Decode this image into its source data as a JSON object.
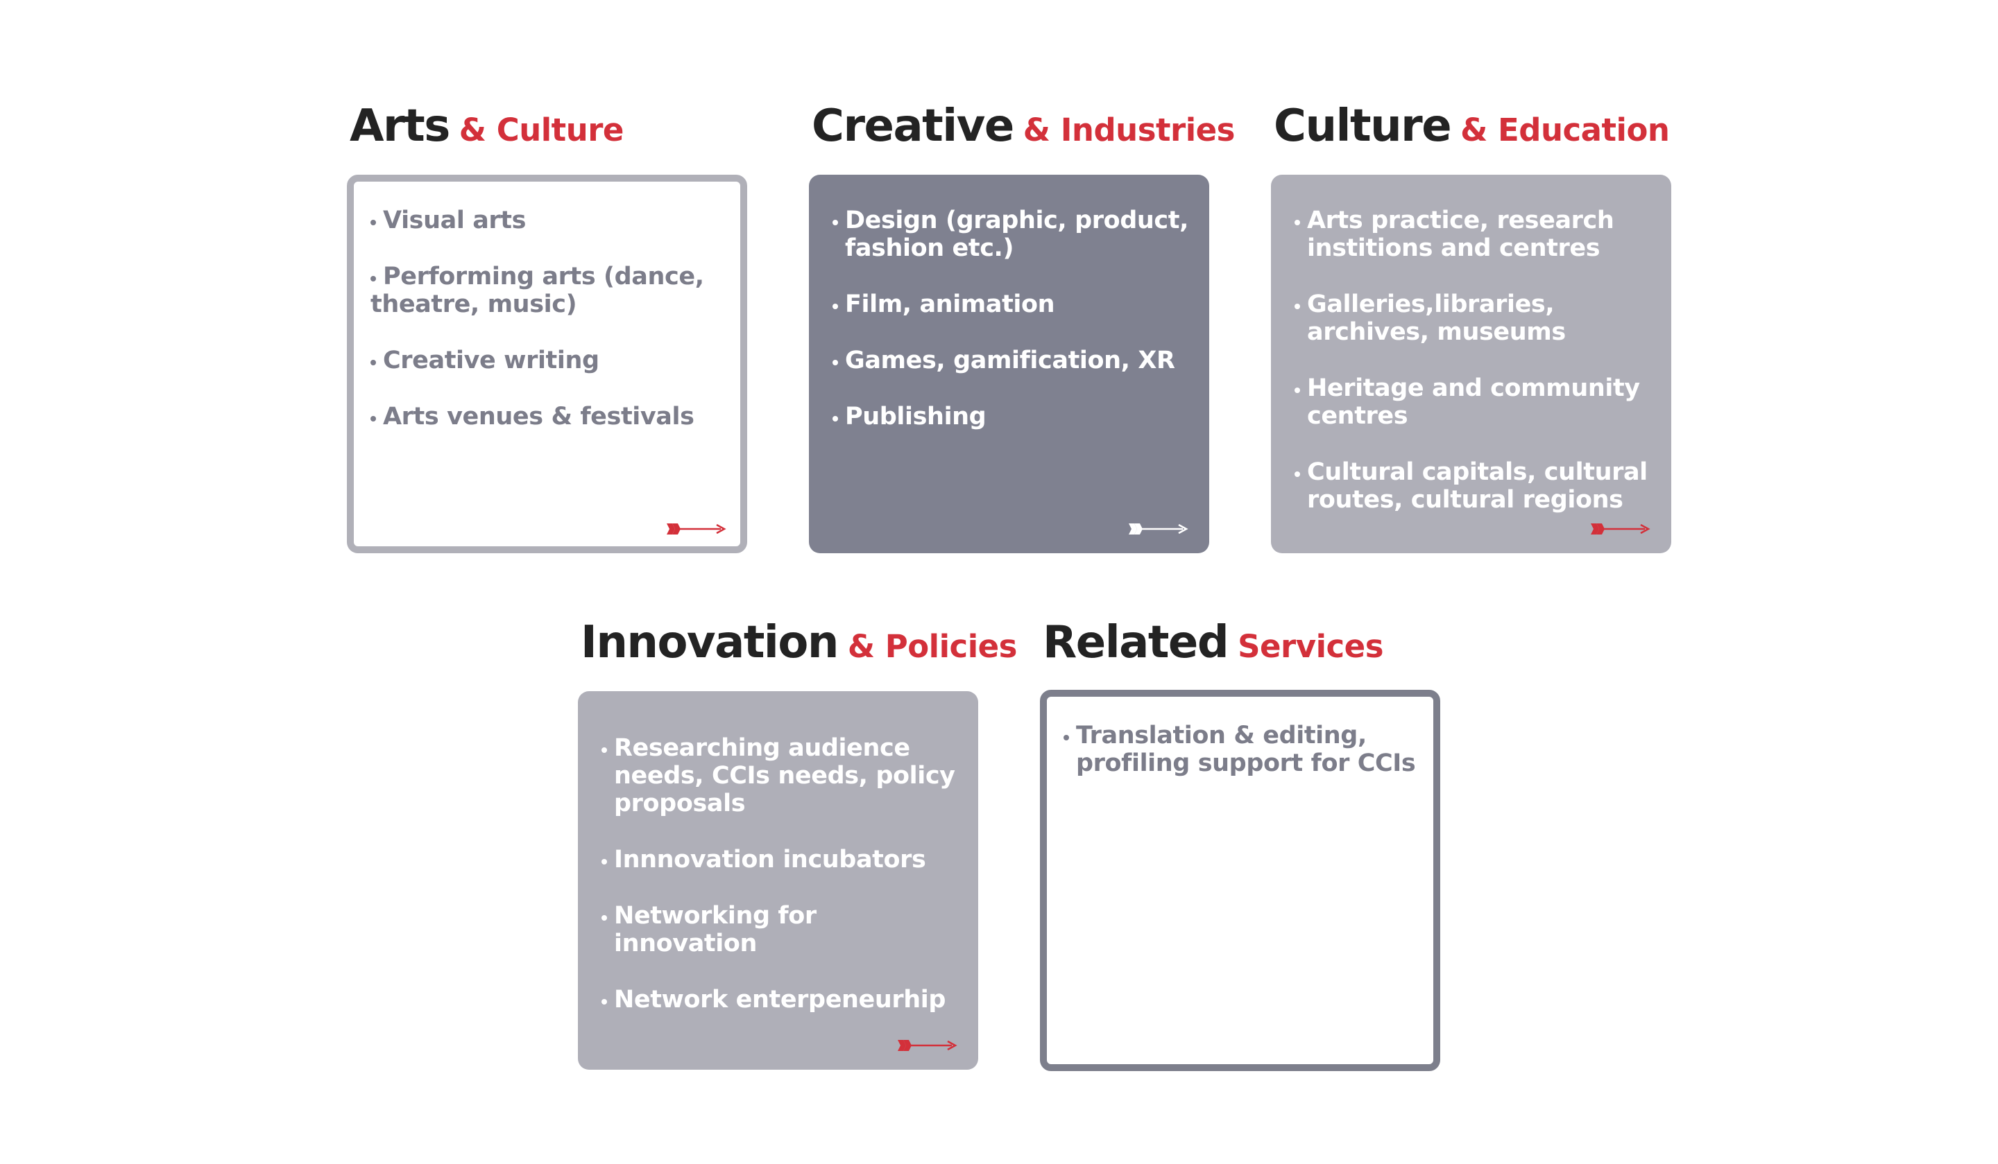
{
  "sections": [
    {
      "title_main": "Arts",
      "title_sub": "& Culture",
      "items": [
        "Visual arts",
        "Performing arts (dance, theatre, music)",
        "Creative writing",
        "Arts venues & festivals"
      ],
      "arrow_color": "#d3303a"
    },
    {
      "title_main": "Creative",
      "title_sub": "& Industries",
      "items": [
        "Design (graphic, product, fashion etc.)",
        "Film, animation",
        "Games, gamification, XR",
        "Publishing"
      ],
      "arrow_color": "#ffffff"
    },
    {
      "title_main": "Culture",
      "title_sub": "& Education",
      "items": [
        "Arts practice, research institions and centres",
        "Galleries,libraries, archives, museums",
        "Heritage and community centres",
        "Cultural capitals, cultural routes, cultural regions"
      ],
      "arrow_color": "#d3303a"
    },
    {
      "title_main": "Innovation",
      "title_sub": "& Policies",
      "items": [
        "Researching audience needs, CCIs needs, policy proposals",
        "Innnovation incubators",
        "Networking for innovation",
        "Network enterpeneurhip"
      ],
      "arrow_color": "#d3303a"
    },
    {
      "title_main": "Related",
      "title_sub": "Services",
      "items": [
        "Translation & editing, profiling support for CCIs"
      ]
    }
  ],
  "colors": {
    "accent_red": "#d3303a",
    "heading_dark": "#232323",
    "box_dark": "#7f8190",
    "box_light": "#afafb8",
    "text_gray": "#7c7d8a"
  }
}
